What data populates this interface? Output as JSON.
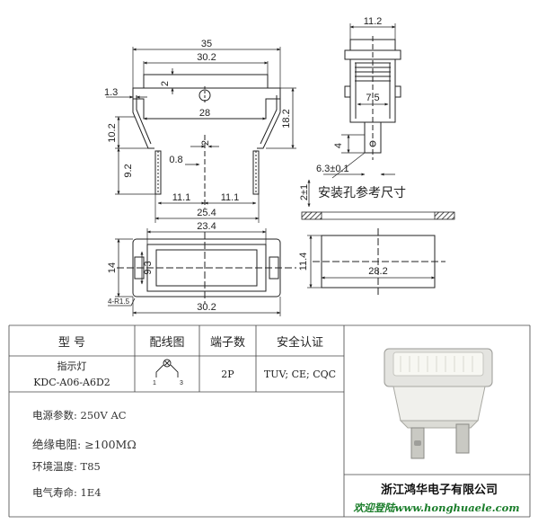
{
  "drawing": {
    "front_view": {
      "dim_35": "35",
      "dim_30_2": "30.2",
      "dim_2_top": "2",
      "dim_1_3": "1.3",
      "dim_28": "28",
      "dim_18_2": "18.2",
      "dim_10_2": "10.2",
      "dim_2_pin": "2",
      "dim_0_8": "0.8",
      "dim_9_2": "9.2",
      "dim_11_1_a": "11.1",
      "dim_11_1_b": "11.1",
      "dim_25_4": "25.4"
    },
    "side_view": {
      "dim_11_2": "11.2",
      "dim_7_5": "7.5",
      "dim_4": "4",
      "dim_6_3": "6.3±0.1",
      "dim_2": "2±1"
    },
    "panel_note": "安装孔参考尺寸",
    "top_view": {
      "dim_23_4": "23.4",
      "dim_14": "14",
      "dim_9_3": "9.3",
      "radius_note": "4-R1.5",
      "dim_30_2": "30.2"
    },
    "cutout_view": {
      "dim_11_4": "11.4",
      "dim_28_2": "28.2"
    }
  },
  "table": {
    "headers": {
      "model": "型  号",
      "wiring": "配线图",
      "terminals": "端子数",
      "certification": "安全认证"
    },
    "row": {
      "name": "指示灯",
      "model": "KDC-A06-A6D2",
      "wiring_pin1": "1",
      "wiring_pin3": "3",
      "terminals": "2P",
      "certification": "TUV; CE; CQC"
    }
  },
  "specs": [
    {
      "label": "电源参数:",
      "value": "250V AC"
    },
    {
      "label": "绝缘电阻:",
      "value": "≥100MΩ"
    },
    {
      "label": "环境温度:",
      "value": "T85"
    },
    {
      "label": "电气寿命:",
      "value": "1E4"
    }
  ],
  "footer": {
    "company": "浙江鸿华电子有限公司",
    "website": "欢迎登陆www.honghuaele.com"
  }
}
